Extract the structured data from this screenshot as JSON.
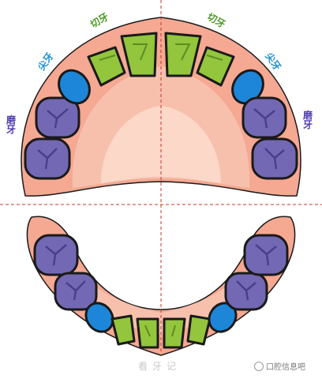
{
  "labels": {
    "molar_left": "磨牙",
    "canine_left": "尖牙",
    "incisor_left": "切牙",
    "incisor_right": "切牙",
    "canine_right": "尖牙",
    "molar_right": "磨牙"
  },
  "watermark": "看牙记",
  "brand": "口腔信息吧",
  "colors": {
    "gum": "#f5a892",
    "palate": "#f7c0ad",
    "palate_inner": "#fbd8c8",
    "molar": "#7368b4",
    "canine": "#1e86d8",
    "incisor": "#93c53d",
    "outline": "#1a1a1a",
    "divider": "#c0392b"
  },
  "legend_icons": [
    "tooth-molar-icon",
    "tooth-canine-icon",
    "tooth-incisor-icon"
  ]
}
